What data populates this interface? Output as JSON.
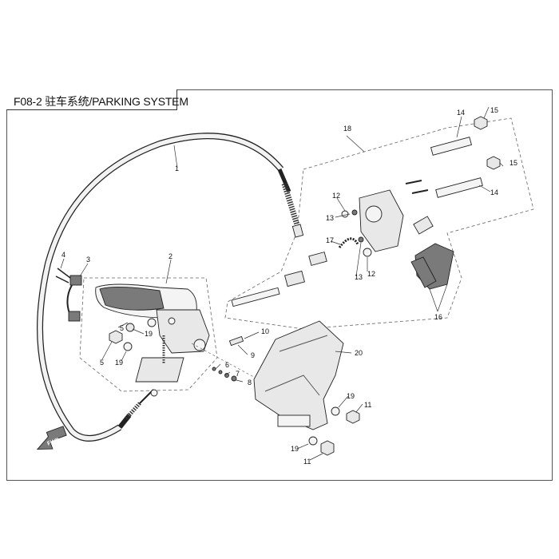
{
  "title": "F08-2 驻车系统/PARKING SYSTEM",
  "fwd_label": "FWD",
  "callouts": [
    "1",
    "2",
    "3",
    "4",
    "5",
    "5",
    "6",
    "7",
    "8",
    "9",
    "10",
    "11",
    "11",
    "12",
    "12",
    "13",
    "13",
    "14",
    "14",
    "15",
    "15",
    "16",
    "17",
    "18",
    "19",
    "19",
    "19",
    "19",
    "20"
  ],
  "colors": {
    "line": "#222222",
    "part_fill": "#e8e8e8",
    "dark_fill": "#7a7a7a",
    "frame": "#555555"
  }
}
